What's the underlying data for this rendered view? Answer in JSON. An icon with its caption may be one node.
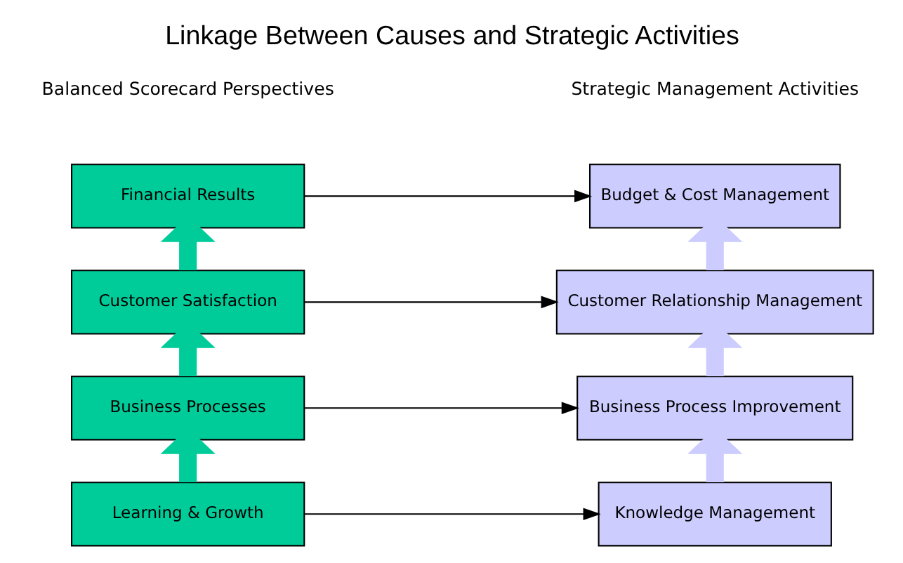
{
  "diagram": {
    "title": "Linkage Between Causes and Strategic Activities",
    "nodes": [
      {
        "text": [
          "Financial Results"
        ]
      },
      {
        "text": [
          "Customer Satisfaction"
        ]
      },
      {
        "text": [
          "Business Processes"
        ]
      },
      {
        "text": [
          "Learning & Growth"
        ]
      },
      {
        "text": [
          "Budget & Cost Management"
        ]
      },
      {
        "text": [
          "Customer Relationship Management"
        ]
      },
      {
        "text": [
          "Business Process Improvement"
        ]
      },
      {
        "text": [
          "Knowledge Management"
        ]
      }
    ],
    "edges": [
      {
        "from": 0,
        "to": 4,
        "arrow": "to"
      },
      {
        "from": 1,
        "to": 0,
        "arrow": "to",
        "color": "#00cc99"
      },
      {
        "from": 1,
        "to": 5,
        "arrow": "to"
      },
      {
        "from": 5,
        "to": 4,
        "arrow": "to",
        "color": "#ccccff"
      },
      {
        "from": 2,
        "to": 1,
        "arrow": "to",
        "color": "#00cc99"
      },
      {
        "from": 2,
        "to": 6,
        "arrow": "to"
      },
      {
        "from": 6,
        "to": 5,
        "arrow": "to",
        "color": "#ccccff"
      },
      {
        "from": 3,
        "to": 2,
        "arrow": "to",
        "color": "#00cc99"
      },
      {
        "from": 3,
        "to": 7,
        "arrow": "to"
      },
      {
        "from": 7,
        "to": 6,
        "arrow": "to",
        "color": "#ccccff"
      }
    ],
    "labels": [
      "Balanced Scorecard Perspectives",
      "Strategic Management Activities"
    ]
  }
}
